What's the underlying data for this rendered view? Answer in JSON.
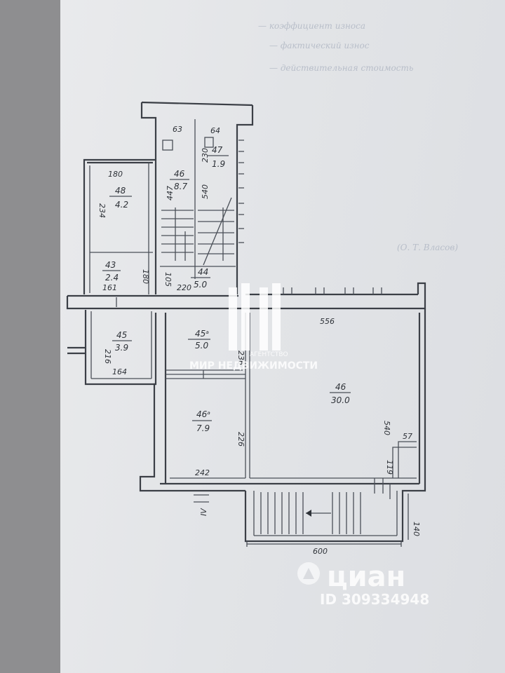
{
  "background_text": [
    "— коэффициент износа",
    "— фактический износ",
    "— действительная стоимость",
    "(О. Т. Власов)"
  ],
  "dimensions": {
    "d556": "556",
    "d540": "540",
    "d600": "600",
    "d140": "140",
    "d57": "57",
    "d119": "119",
    "d242": "242",
    "d236": "236",
    "d226": "226",
    "d164": "164",
    "d216": "216",
    "d180a": "180",
    "d180b": "180",
    "d234": "234",
    "d161": "161",
    "d105": "105",
    "d220": "220",
    "d63": "63",
    "d64": "64",
    "d230": "230",
    "d447": "447",
    "d540b": "540"
  },
  "rooms": [
    {
      "number": "46",
      "area": "30.0"
    },
    {
      "number": "46ᵃ",
      "area": "7.9"
    },
    {
      "number": "45ᵃ",
      "area": "5.0"
    },
    {
      "number": "45",
      "area": "3.9"
    },
    {
      "number": "48",
      "area": "4.2"
    },
    {
      "number": "43",
      "area": "2.4"
    },
    {
      "number": "44",
      "area": "5.0"
    },
    {
      "number": "46",
      "area": "8.7"
    },
    {
      "number": "47",
      "area": "1.9"
    }
  ],
  "axis_label": "IV",
  "watermark": {
    "agency_small": "АГЕНТСТВО",
    "agency_name": "МИР НЕДВИЖИМОСТИ",
    "brand": "циан",
    "listing_id": "ID 309334948"
  }
}
